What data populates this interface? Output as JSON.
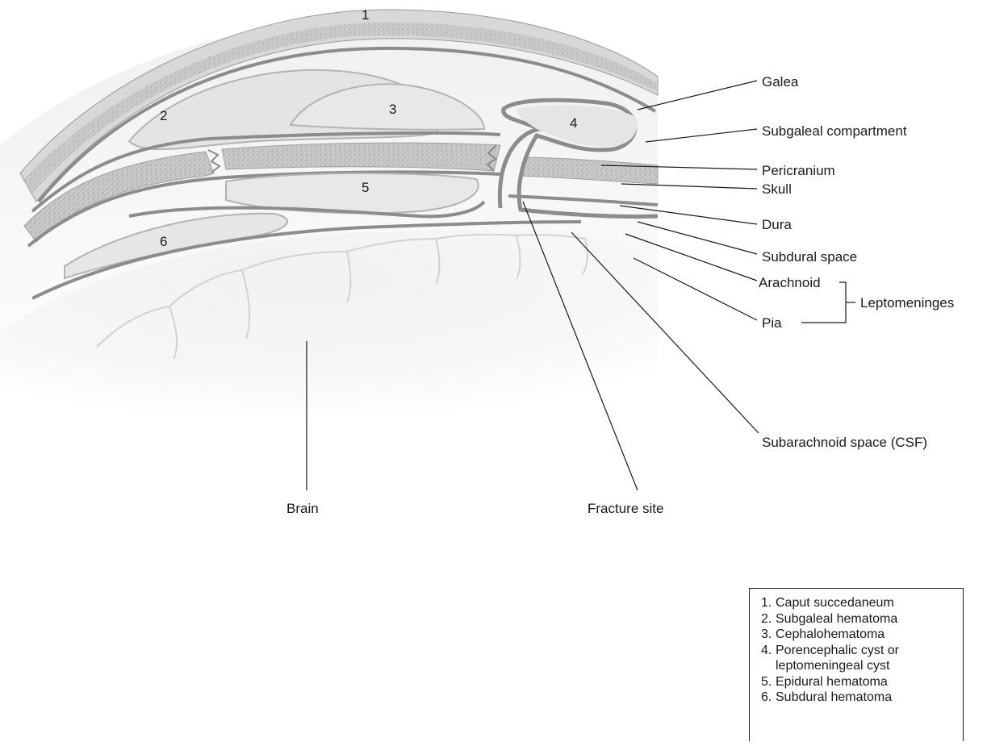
{
  "diagram": {
    "region_numbers": [
      "1",
      "2",
      "3",
      "4",
      "5",
      "6"
    ],
    "labels": {
      "galea": "Galea",
      "subgaleal": "Subgaleal compartment",
      "pericranium": "Pericranium",
      "skull": "Skull",
      "dura": "Dura",
      "subdural": "Subdural space",
      "arachnoid": "Arachnoid",
      "pia": "Pia",
      "leptomeninges": "Leptomeninges",
      "subarachnoid": "Subarachnoid space (CSF)",
      "brain": "Brain",
      "fracture": "Fracture site"
    }
  },
  "legend": {
    "items": [
      {
        "num": "1.",
        "text": "Caput succedaneum"
      },
      {
        "num": "2.",
        "text": "Subgaleal hematoma"
      },
      {
        "num": "3.",
        "text": "Cephalohematoma"
      },
      {
        "num": "4.",
        "text": "Porencephalic cyst or leptomeningeal cyst"
      },
      {
        "num": "5.",
        "text": "Epidural hematoma"
      },
      {
        "num": "6.",
        "text": "Subdural hematoma"
      }
    ]
  }
}
